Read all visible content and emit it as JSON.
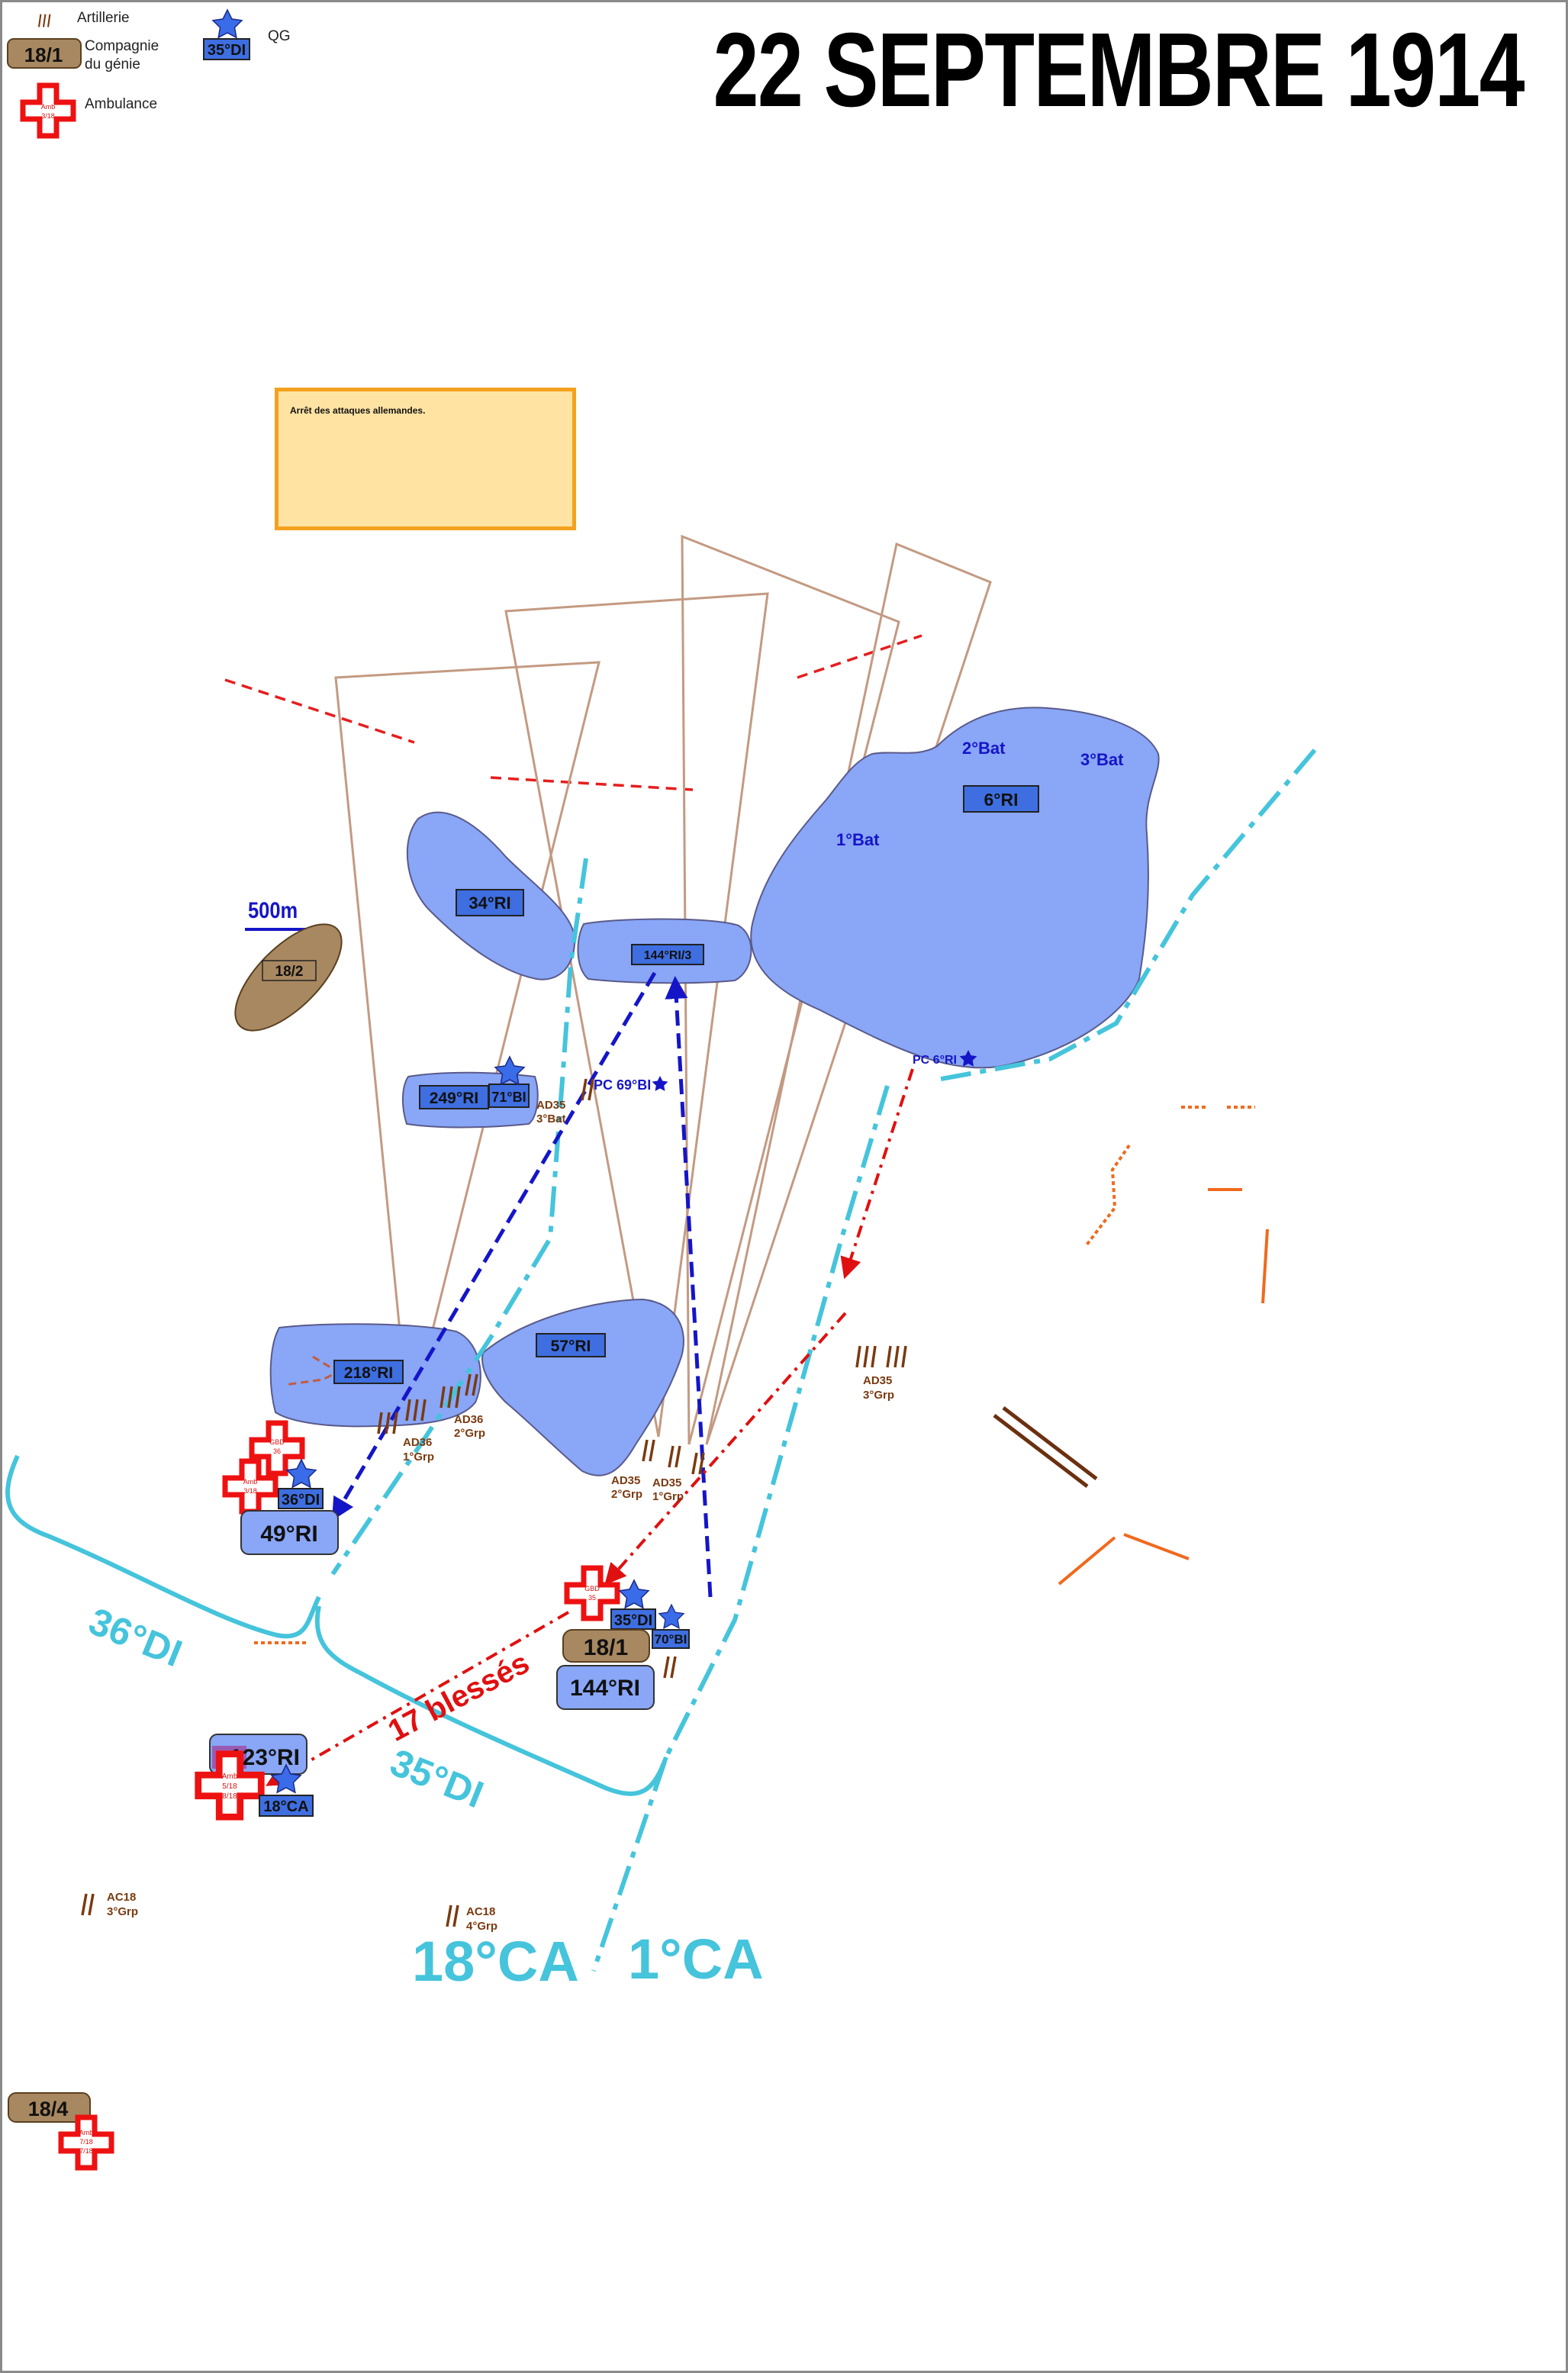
{
  "title": "22 SEPTEMBRE 1914",
  "legend": {
    "artillery": "Artillerie",
    "engineers_line1": "Compagnie",
    "engineers_line2": "du génie",
    "engineers_badge": "18/1",
    "ambulance": "Ambulance",
    "ambulance_badge_line1": "Amb",
    "ambulance_badge_line2": "3/18",
    "hq": "QG",
    "hq_badge": "35°DI"
  },
  "note": {
    "text": "Arrêt des attaques allemandes."
  },
  "scale": {
    "label": "500m"
  },
  "units": {
    "ri34": "34°RI",
    "ri144_3": "144°RI/3",
    "ri249": "249°RI",
    "bi71": "71°BI",
    "ri6": "6°RI",
    "bat1": "1°Bat",
    "bat2": "2°Bat",
    "bat3": "3°Bat",
    "ri218": "218°RI",
    "ri57": "57°RI",
    "ri49": "49°RI",
    "di36": "36°DI",
    "ri144": "144°RI",
    "di35": "35°DI",
    "bi70": "70°BI",
    "ri123": "123°RI",
    "ca18_badge": "18°CA",
    "eng_18_2": "18/2",
    "eng_18_1": "18/1",
    "eng_18_4": "18/4"
  },
  "command_posts": {
    "pc69": "PC 69°BI",
    "pc6": "PC 6°RI"
  },
  "artillery_groups": {
    "ad35_3bat_1": "AD35",
    "ad35_3bat_2": "3°Bat",
    "ad36_1_1": "AD36",
    "ad36_1_2": "1°Grp",
    "ad36_2_1": "AD36",
    "ad36_2_2": "2°Grp",
    "ad35_2_1": "AD35",
    "ad35_2_2": "2°Grp",
    "ad35_1_1": "AD35",
    "ad35_1_2": "1°Grp",
    "ad35_3_1": "AD35",
    "ad35_3_2": "3°Grp",
    "ac18_3_1": "AC18",
    "ac18_3_2": "3°Grp",
    "ac18_4_1": "AC18",
    "ac18_4_2": "4°Grp"
  },
  "ambulances": {
    "gbd36_1": "GBD",
    "gbd36_2": "36",
    "amb3_1": "Amb",
    "amb3_2": "3/18",
    "gbd35_1": "GBD",
    "gbd35_2": "35",
    "amb5_1": "Amb",
    "amb5_2": "5/18",
    "amb5_3": "8/18",
    "amb7_1": "Amb",
    "amb7_2": "7/18",
    "amb7_3": "7/18"
  },
  "boundaries": {
    "di36": "36°DI",
    "di35": "35°DI",
    "ca18": "18°CA",
    "ca1": "1°CA",
    "wounded": "17 blessés"
  },
  "colors": {
    "unit_fill": "#89a6f7",
    "unit_label_fill": "#3e6ee0",
    "boundary": "#45c4dc",
    "artillery": "#7a3a10",
    "arrow_blue": "#1515c8",
    "arrow_red": "#e01010",
    "ambulance_red": "#ee1111",
    "engineer_brown": "#a88860",
    "note_fill": "#ffe3a3",
    "note_border": "#f4a11e",
    "sector_lines": "#c39a82",
    "enemy_dash": "#e51e1e",
    "orange_marks": "#ef6a1e"
  }
}
